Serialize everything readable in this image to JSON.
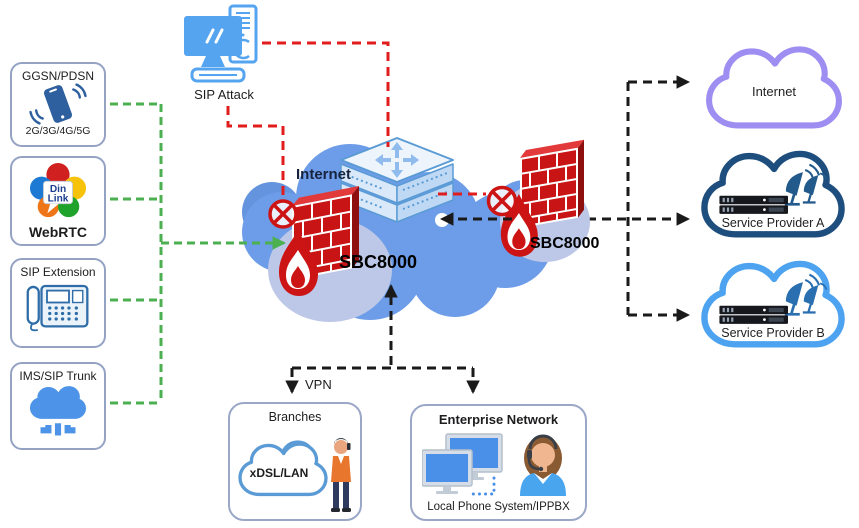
{
  "left_panel": {
    "boxes": [
      {
        "title": "GGSN/PDSN",
        "subtitle": "2G/3G/4G/5G",
        "icon": "smartphone-signal-icon"
      },
      {
        "title": "WebRTC",
        "logo_line1": "Din",
        "logo_line2": "Link",
        "icon": "webrtc-flower-icon"
      },
      {
        "title": "SIP Extension",
        "icon": "desk-phone-icon"
      },
      {
        "title": "IMS/SIP Trunk",
        "icon": "cloud-network-icon"
      }
    ]
  },
  "attack": {
    "label": "SIP Attack",
    "icon": "attacker-computer-icon"
  },
  "core": {
    "cloud_label": "Internet",
    "sbc_label": "SBC8000",
    "icons": [
      "firewall-icon",
      "blocked-icon",
      "switch-icon"
    ]
  },
  "edge": {
    "sbc_label": "SBC8000",
    "icons": [
      "firewall-icon",
      "blocked-icon"
    ]
  },
  "right_clouds": [
    {
      "label": "Internet"
    },
    {
      "label": "Service Provider A",
      "icons": [
        "rack-server-icon",
        "satellite-dish-icon"
      ]
    },
    {
      "label": "Service Provider B",
      "icons": [
        "rack-server-icon",
        "satellite-dish-icon"
      ]
    }
  ],
  "bottom": {
    "vpn_label": "VPN",
    "branches": {
      "title": "Branches",
      "cloud_label": "xDSL/LAN",
      "icon": "person-on-phone-icon"
    },
    "enterprise": {
      "title": "Enterprise Network",
      "caption": "Local Phone System/IPPBX",
      "icons": [
        "workstations-icon",
        "operator-headset-icon"
      ]
    }
  },
  "colors": {
    "green_link": "#4CAF50",
    "red_attack": "#E11C1C",
    "black_link": "#1A1A1A",
    "core_cloud": "#6D9DE8",
    "brick_red": "#C81414",
    "firewall_backdrop": "#BDC8E8",
    "internet_cloud_stroke": "#9E8EF2",
    "provider_a_stroke": "#1E4E7E",
    "provider_b_stroke": "#4DA3F0",
    "box_border": "#94A2C4"
  }
}
